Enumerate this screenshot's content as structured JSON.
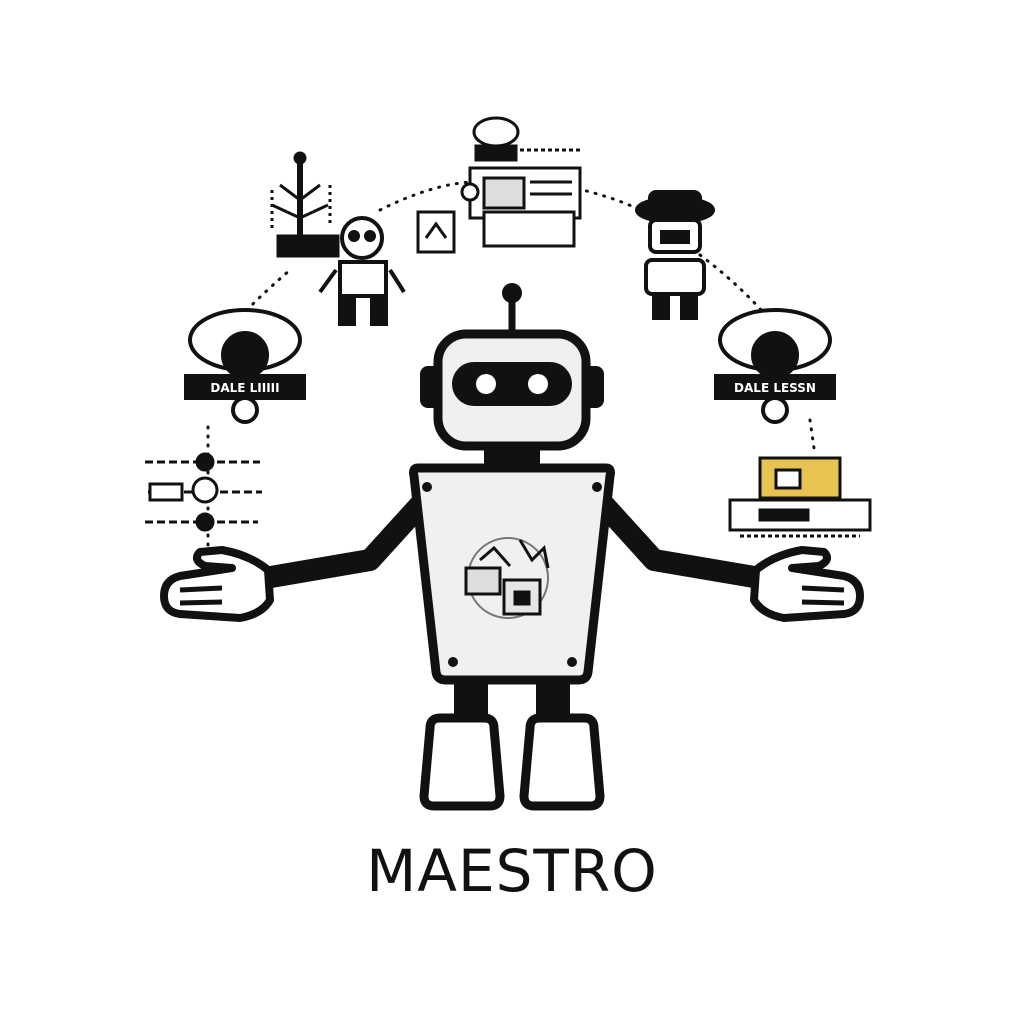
{
  "brand": {
    "title": "MAESTRO"
  },
  "colors": {
    "ink": "#111111",
    "panel": "#eef0f2",
    "accent": "#e8c352",
    "background": "#ffffff"
  },
  "icons": [
    "maestro-robot-icon",
    "antenna-workstation-icon",
    "small-robot-icon",
    "data-center-icon",
    "hat-robot-icon",
    "left-badge-robot-icon",
    "right-badge-robot-icon",
    "slider-panel-icon",
    "yellow-machine-icon",
    "chest-emblem-icon"
  ],
  "badges": {
    "left": "DALE LIIIII",
    "right": "DALE LESSN"
  }
}
